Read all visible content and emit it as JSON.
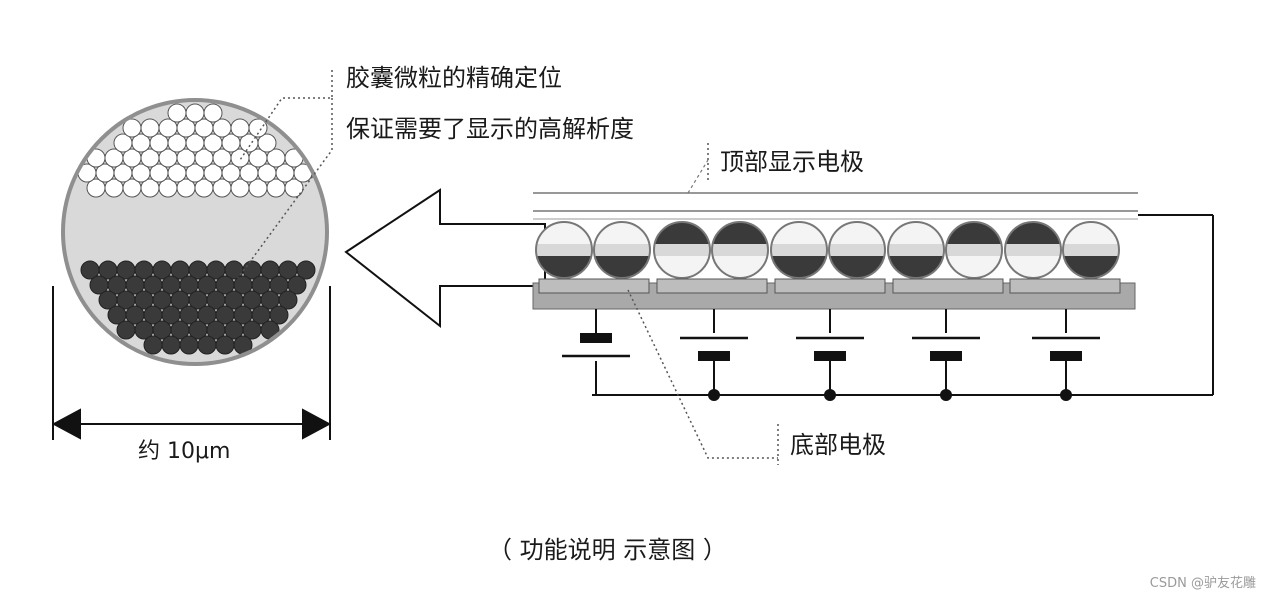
{
  "labels": {
    "capsule_note_line1": "胶囊微粒的精确定位",
    "capsule_note_line2": "保证需要了显示的高解析度",
    "top_electrode": "顶部显示电极",
    "bottom_electrode": "底部电极",
    "diameter": "约 10μm",
    "caption": "（ 功能说明  示意图 ）",
    "watermark": "CSDN @驴友花雕"
  },
  "capsules": [
    "white-top",
    "white-top",
    "black-top",
    "black-top",
    "white-top",
    "white-top",
    "white-top",
    "black-top",
    "black-top",
    "white-top"
  ],
  "colors": {
    "black_particle": "#3a3a3a",
    "white_particle": "#ffffff",
    "fluid": "#d8d8d8",
    "electrode": "#a9a9a9",
    "line": "#111111"
  }
}
